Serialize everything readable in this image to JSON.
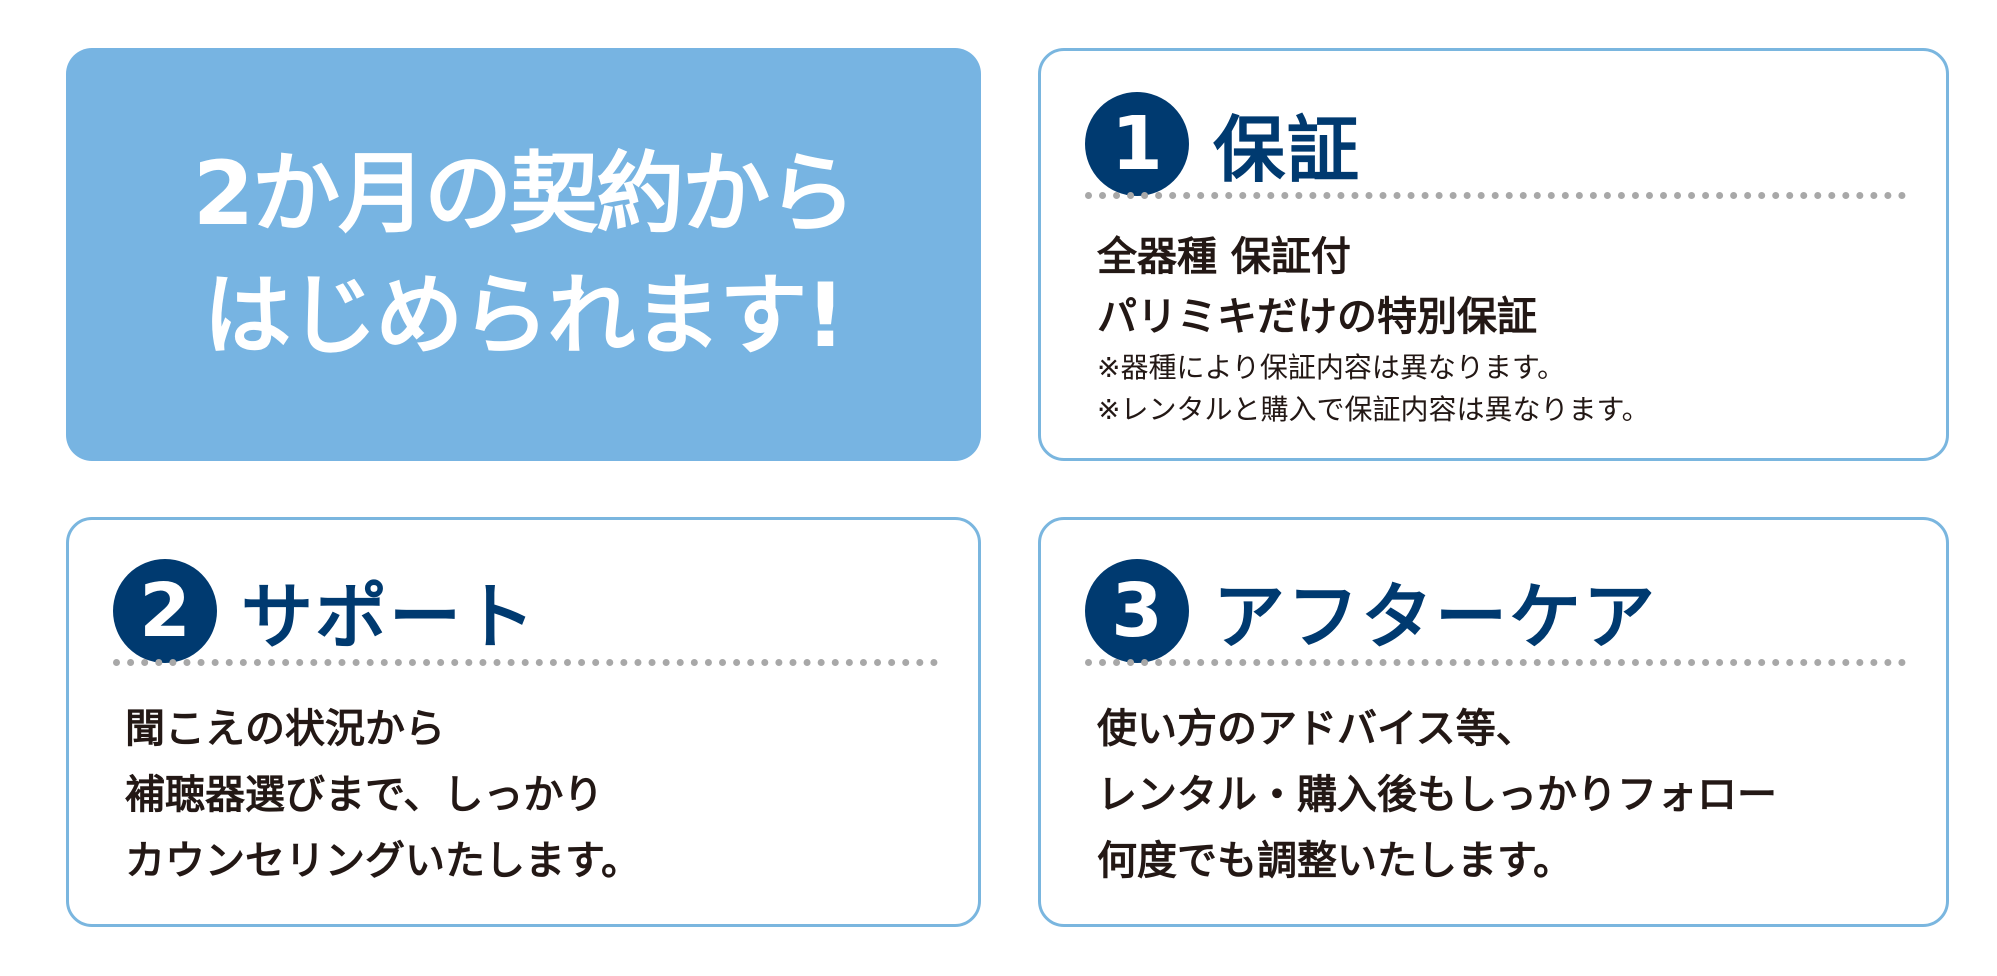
{
  "hero": {
    "lines": [
      "2か月の契約から",
      "はじめられます!"
    ]
  },
  "cards": [
    {
      "number": "1",
      "title": "保証",
      "lines": [
        "全器種 保証付",
        "パリミキだけの特別保証"
      ],
      "notes": [
        "※器種により保証内容は異なります。",
        "※レンタルと購入で保証内容は異なります。"
      ]
    },
    {
      "number": "2",
      "title": "サポート",
      "lines": [
        "聞こえの状況から",
        "補聴器選びまで、しっかり",
        "カウンセリングいたします。"
      ]
    },
    {
      "number": "3",
      "title": "アフターケア",
      "lines": [
        "使い方のアドバイス等、",
        "レンタル・購入後もしっかりフォロー",
        "何度でも調整いたします。"
      ]
    }
  ],
  "colors": {
    "accent": "#003a70",
    "hero_bg": "#77b4e2",
    "border": "#7ab6df"
  }
}
